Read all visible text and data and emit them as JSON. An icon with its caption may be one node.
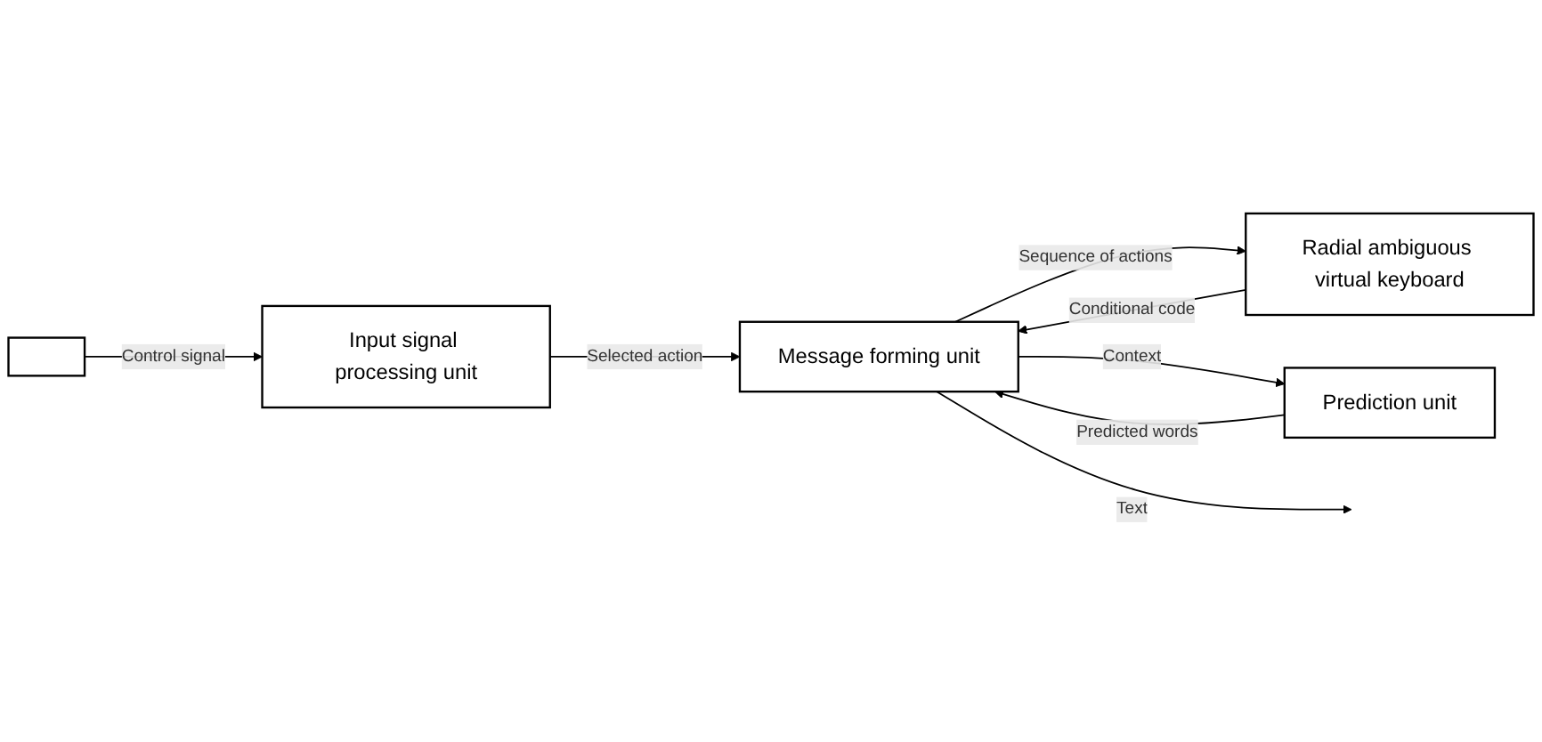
{
  "diagram": {
    "nodes": [
      {
        "text": [],
        "shape": "box"
      },
      {
        "text": [
          "Input signal processing unit"
        ]
      },
      {
        "text": [
          "Message forming unit"
        ]
      },
      {
        "text": [
          "Radial ambiguous virtual keyboard"
        ]
      },
      {
        "text": [
          "Prediction unit"
        ]
      }
    ],
    "edges": [
      {
        "from": 0,
        "to": 1,
        "arrow": "to",
        "label": "Control signal"
      },
      {
        "from": 1,
        "to": 2,
        "arrow": "to",
        "label": "Selected action"
      },
      {
        "from": 2,
        "to": 3,
        "arrow": "to",
        "label": "Sequence of actions"
      },
      {
        "from": 3,
        "to": 2,
        "arrow": "to",
        "label": "Conditional code"
      },
      {
        "from": 2,
        "to": 4,
        "arrow": "to",
        "label": "Context"
      },
      {
        "from": 4,
        "to": 2,
        "arrow": "to",
        "label": "Predicted words"
      },
      {
        "from": 2,
        "to": null,
        "arrow": "to",
        "label": "Text"
      }
    ]
  }
}
